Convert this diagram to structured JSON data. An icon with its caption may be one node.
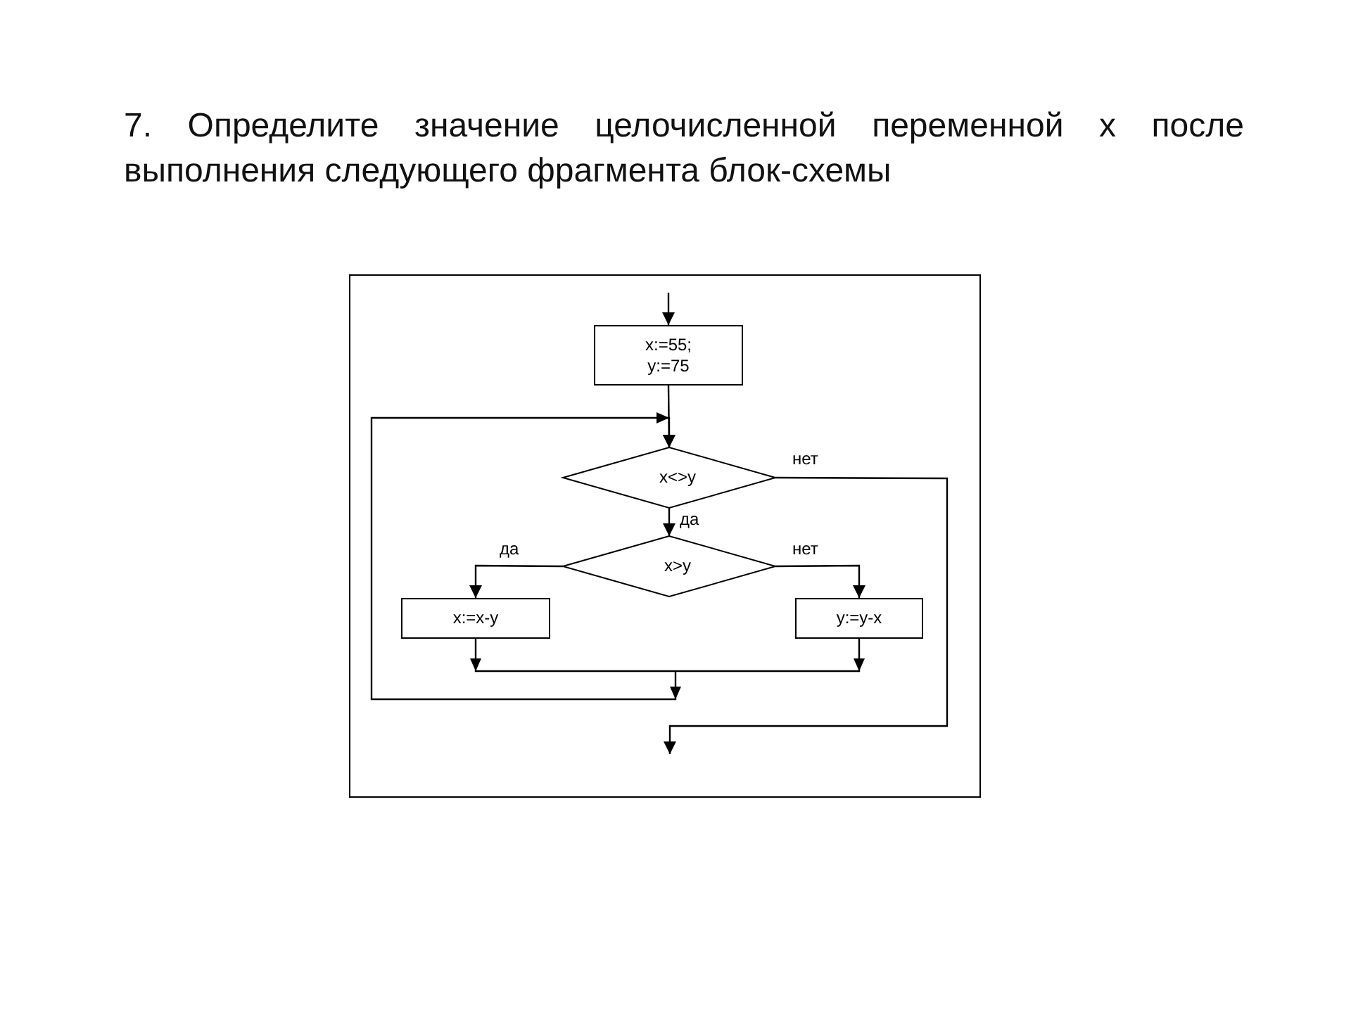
{
  "diagram": {
    "title": "7. Определите значение целочисленной переменной x после выполнения следующего фрагмента блок-схемы",
    "nodes": [
      {
        "text": [
          "x:=55; y:=75"
        ]
      },
      {
        "text": [
          "x<>y"
        ]
      },
      {
        "text": [
          "x>y"
        ]
      },
      {
        "text": [
          "x:=x-y"
        ]
      },
      {
        "text": [
          "y:=y-x"
        ]
      }
    ],
    "edges": [
      {
        "from": null,
        "to": 0,
        "arrow": "to"
      },
      {
        "from": 0,
        "to": 1,
        "arrow": "to"
      },
      {
        "from": 1,
        "to": 2,
        "arrow": "to",
        "label": "да"
      },
      {
        "from": 2,
        "to": 3,
        "arrow": "to",
        "label": "да"
      },
      {
        "from": 2,
        "to": 4,
        "arrow": "to",
        "label": "нет"
      },
      {
        "from": 3,
        "to": 1,
        "arrow": "to"
      },
      {
        "from": 4,
        "to": 1,
        "arrow": "to"
      },
      {
        "from": 1,
        "to": null,
        "arrow": "to",
        "label": "нет"
      }
    ]
  }
}
